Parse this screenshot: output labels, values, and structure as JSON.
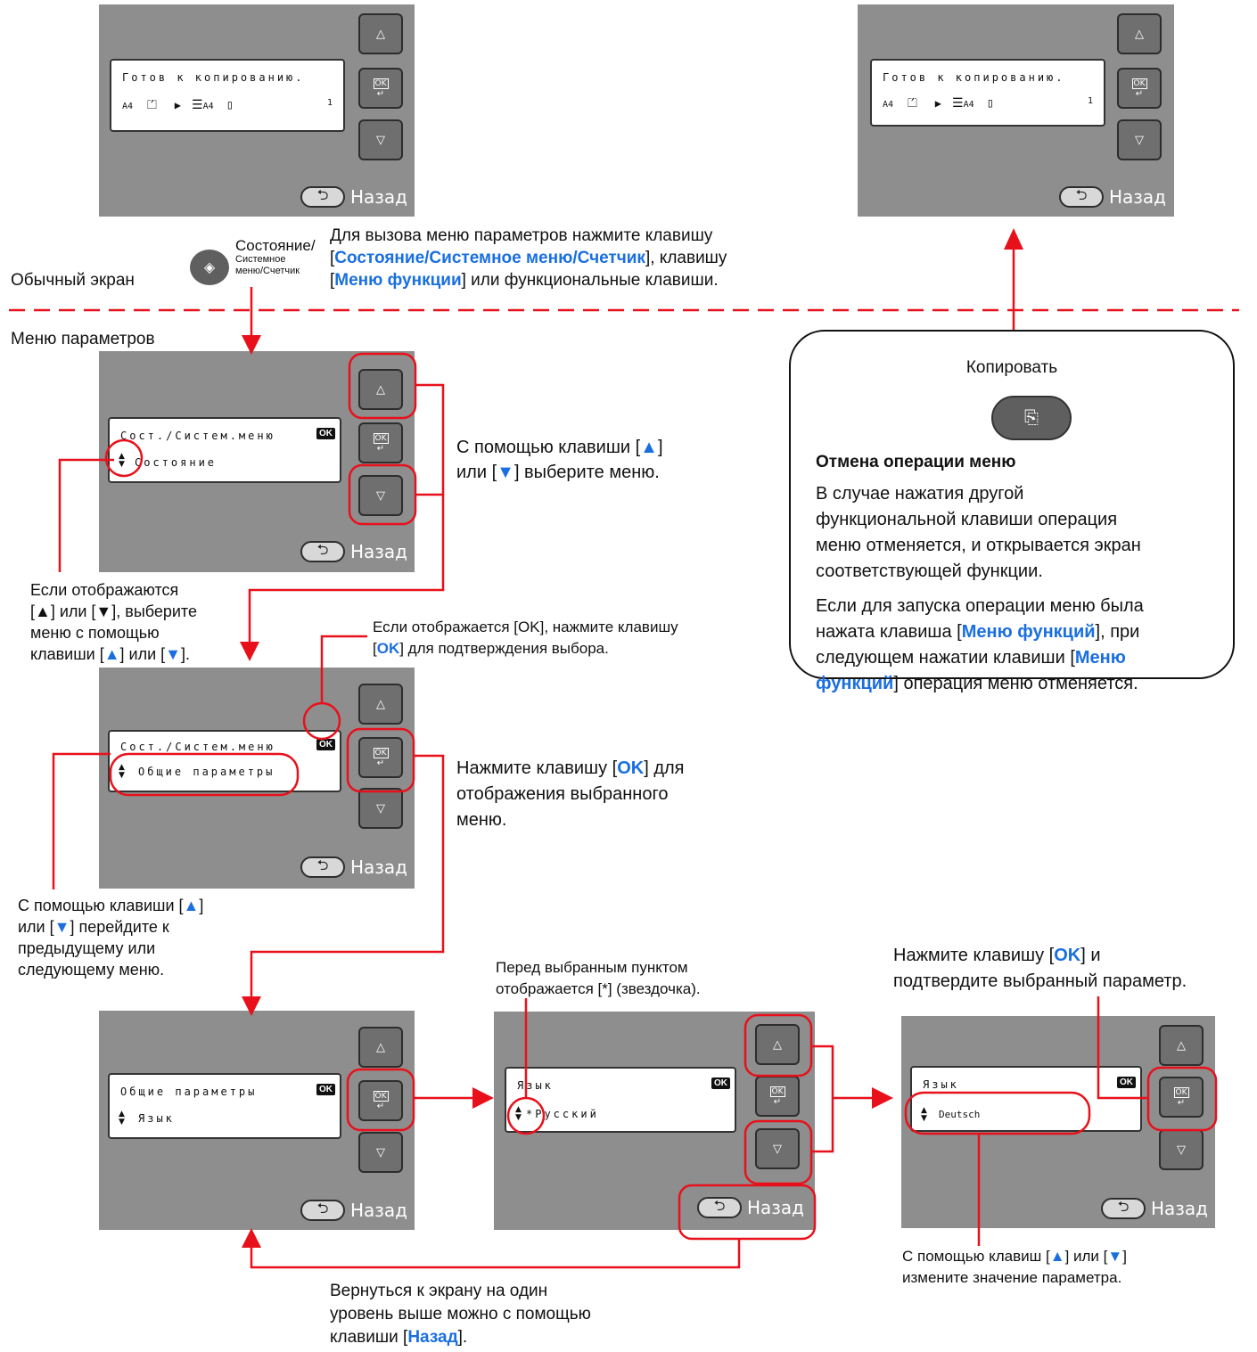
{
  "common": {
    "back_label": "Назад",
    "up_arrow": "▲",
    "down_arrow": "▼",
    "ok_label": "OK",
    "enter_glyph": "↵"
  },
  "normal_screen": {
    "lcd_title": "Готов к копированию.",
    "lcd_paper_in": "A4",
    "lcd_paper_out": "A4",
    "lcd_copies": "1"
  },
  "status_key": {
    "line1": "Состояние/",
    "line2": "Системное",
    "line3": "меню/Счетчик"
  },
  "labels": {
    "normal_screen": "Обычный экран",
    "options_menu": "Меню параметров"
  },
  "instruction_top": {
    "line1": "Для вызова меню параметров нажмите клавишу",
    "line2_pre": "[",
    "line2_key": "Состояние/Системное меню/Счетчик",
    "line2_post": "], клавишу",
    "line3_pre": "[",
    "line3_key": "Меню функции",
    "line3_post": "] или функциональные клавиши."
  },
  "screen_menu1": {
    "title": "Сост./Систем.меню",
    "item": "Состояние"
  },
  "screen_menu2": {
    "title": "Сост./Систем.меню",
    "item": "Общие параметры"
  },
  "screen_menu3": {
    "title": "Общие параметры",
    "item": "Язык"
  },
  "screen_lang1": {
    "title": "Язык",
    "item": "*Русский"
  },
  "screen_lang2": {
    "title": "Язык",
    "item": "Deutsch"
  },
  "notes": {
    "select_menu_l1": "С помощью клавиши [",
    "select_menu_l1b": "]",
    "select_menu_l2a": "или [",
    "select_menu_l2b": "] выберите меню.",
    "if_arrows_l1": "Если отображаются",
    "if_arrows_l2": "[▲] или [▼], выберите",
    "if_arrows_l3": "меню с помощью",
    "if_arrows_l4a": "клавиши [",
    "if_arrows_l4b": "] или [",
    "if_arrows_l4c": "].",
    "if_ok_l1": "Если отображается [OK], нажмите клавишу",
    "if_ok_l2a": "[",
    "if_ok_l2b": "] для подтверждения выбора.",
    "press_ok_l1a": "Нажмите клавишу [",
    "press_ok_l1b": "] для",
    "press_ok_l2": "отображения выбранного",
    "press_ok_l3": "меню.",
    "prev_next_l1a": "С помощью клавиши [",
    "prev_next_l1b": "]",
    "prev_next_l2a": "или [",
    "prev_next_l2b": "] перейдите к",
    "prev_next_l3": "предыдущему или",
    "prev_next_l4": "следующему меню.",
    "asterisk_l1": "Перед выбранным пунктом",
    "asterisk_l2": "отображается [*] (звездочка).",
    "confirm_l1a": "Нажмите клавишу [",
    "confirm_l1b": "] и",
    "confirm_l2": "подтвердите выбранный параметр.",
    "change_l1a": "С помощью клавиш [",
    "change_l1b": "] или [",
    "change_l1c": "]",
    "change_l2": "измените значение параметра.",
    "back_l1": "Вернуться к экрану на один",
    "back_l2": "уровень выше можно с помощью",
    "back_l3a": "клавиши [",
    "back_l3b": "Назад",
    "back_l3c": "]."
  },
  "callout": {
    "key_label": "Копировать",
    "heading": "Отмена операции меню",
    "p1_l1": "В случае нажатия другой",
    "p1_l2": "функциональной клавиши операция",
    "p1_l3": "меню отменяется, и открывается экран",
    "p1_l4": "соответствующей функции.",
    "p2_l1": "Если для запуска операции меню была",
    "p2_l2a": "нажата клавиша [",
    "p2_l2b": "Меню функций",
    "p2_l2c": "], при",
    "p2_l3a": "следующем нажатии клавиши [",
    "p2_l3b": "Меню",
    "p2_l4a": "функций",
    "p2_l4b": "] операция меню отменяется."
  },
  "colors": {
    "accent_blue": "#1a6fe0",
    "highlight_red": "#e8111b",
    "panel_gray": "#8e8e8e"
  }
}
